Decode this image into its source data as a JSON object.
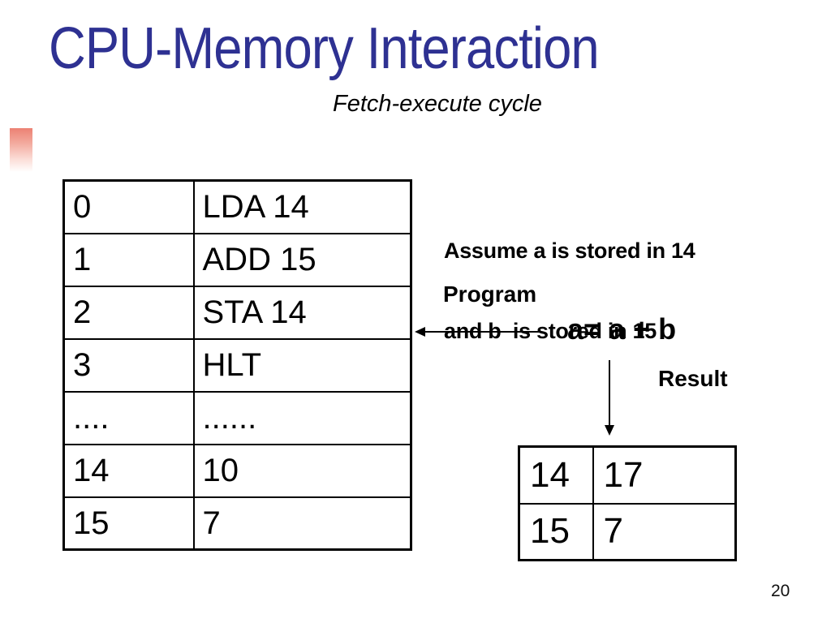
{
  "slide": {
    "title": "CPU-Memory Interaction",
    "subtitle": "Fetch-execute cycle",
    "page_number": "20",
    "title_color": "#2E3192",
    "accent_color_top": "#EC8173"
  },
  "memory_table": {
    "rows": [
      {
        "address": "0",
        "value": "LDA 14"
      },
      {
        "address": "1",
        "value": "ADD 15"
      },
      {
        "address": "2",
        "value": "STA 14"
      },
      {
        "address": "3",
        "value": "HLT"
      },
      {
        "address": "....",
        "value": "......"
      },
      {
        "address": "14",
        "value": "10"
      },
      {
        "address": "15",
        "value": "7"
      }
    ]
  },
  "annotations": {
    "assumption_line1": "Assume a is stored in 14",
    "assumption_line2": "and b  is stored in 15",
    "program_label": "Program",
    "equation": "a= a + b",
    "result_label": "Result"
  },
  "result_table": {
    "rows": [
      {
        "address": "14",
        "value": "17"
      },
      {
        "address": "15",
        "value": "7"
      }
    ]
  }
}
